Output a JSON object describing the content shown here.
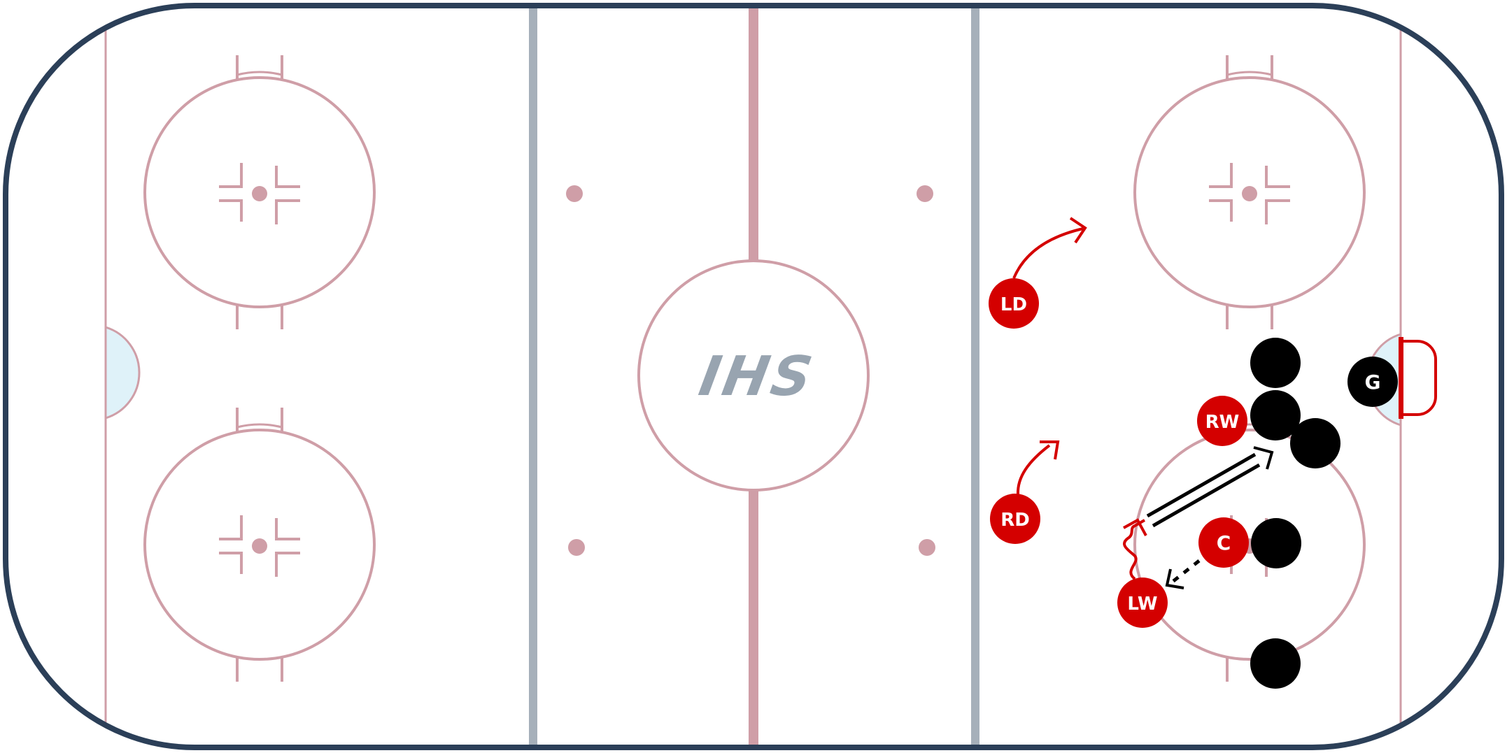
{
  "diagram": {
    "logo_text": "IHS",
    "colors": {
      "boards": "#2b3f58",
      "rink_lines": "#cf9ea7",
      "blue_lines": "#a6b0ba",
      "crease_fill": "#dff2f9",
      "offense": "#d40000",
      "defense": "#000000",
      "player_text": "#ffffff",
      "logo": "#98a4b0"
    },
    "players": {
      "offense": [
        {
          "id": "ld",
          "label": "LD"
        },
        {
          "id": "rd",
          "label": "RD"
        },
        {
          "id": "rw",
          "label": "RW"
        },
        {
          "id": "c",
          "label": "C"
        },
        {
          "id": "lw",
          "label": "LW"
        }
      ],
      "defense": [
        {
          "id": "g",
          "label": "G"
        },
        {
          "id": "x1",
          "label": ""
        },
        {
          "id": "x2",
          "label": ""
        },
        {
          "id": "x3",
          "label": ""
        },
        {
          "id": "x4",
          "label": ""
        },
        {
          "id": "x5",
          "label": ""
        }
      ]
    },
    "arrows": [
      {
        "id": "ld-skate",
        "style": "skate",
        "color_key": "offense"
      },
      {
        "id": "rd-skate",
        "style": "skate",
        "color_key": "offense"
      },
      {
        "id": "lw-stickhandle",
        "style": "stickhandle",
        "color_key": "offense"
      },
      {
        "id": "pass-to-lw",
        "style": "pass",
        "color_key": "defense"
      },
      {
        "id": "backward-skate",
        "style": "dashed",
        "color_key": "defense"
      }
    ]
  }
}
